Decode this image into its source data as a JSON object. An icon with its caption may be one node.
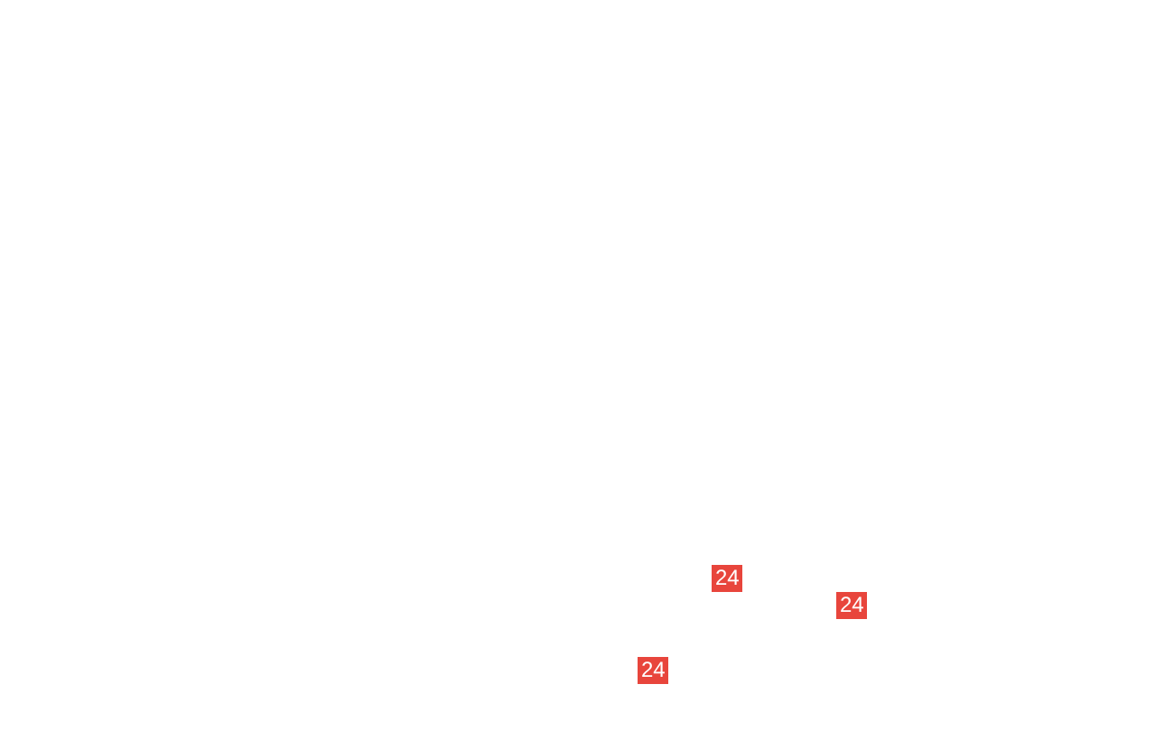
{
  "diagram": {
    "nodes": [
      {
        "text": [
          "24"
        ]
      },
      {
        "text": [
          "24"
        ]
      },
      {
        "text": [
          "24"
        ]
      }
    ]
  }
}
